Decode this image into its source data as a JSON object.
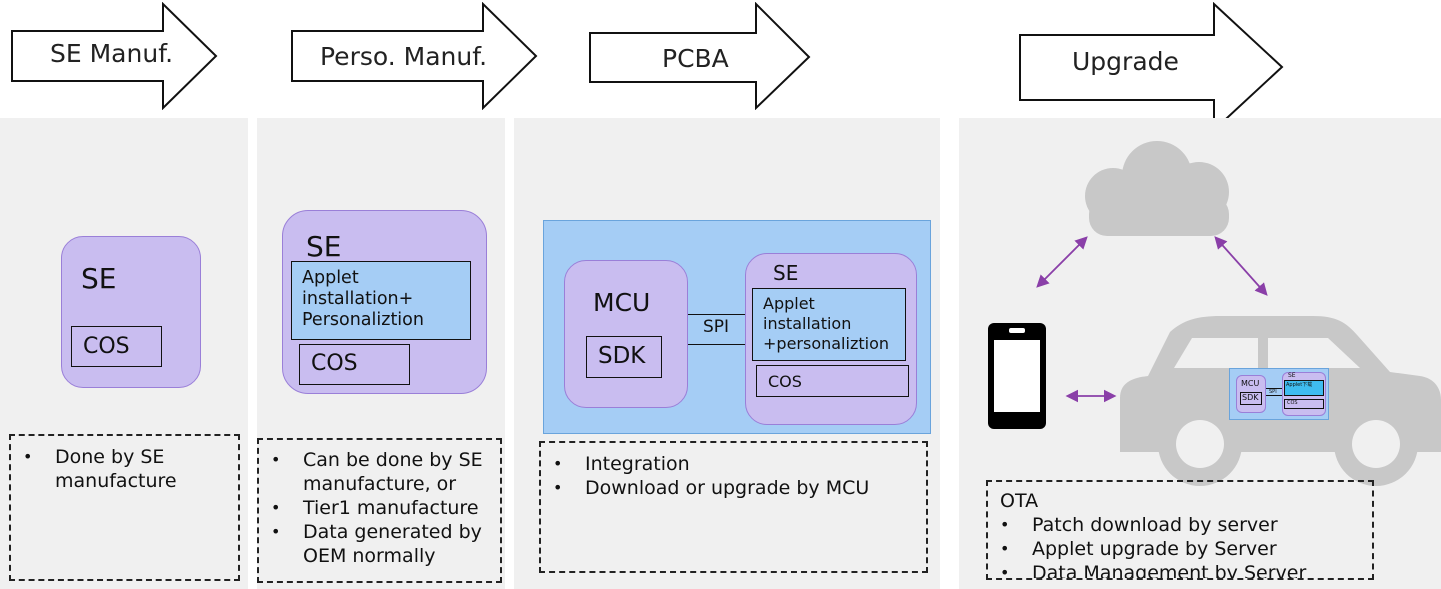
{
  "stages": [
    {
      "label": "SE Manuf."
    },
    {
      "label": "Perso. Manuf."
    },
    {
      "label": "PCBA"
    },
    {
      "label": "Upgrade"
    }
  ],
  "panel1": {
    "se_label": "SE",
    "cos_label": "COS",
    "notes": [
      "Done by SE\nmanufacture"
    ]
  },
  "panel2": {
    "se_label": "SE",
    "applet_label": "Applet\ninstallation+\nPersonaliztion",
    "cos_label": "COS",
    "notes": [
      "Can be done by SE\nmanufacture, or",
      "Tier1 manufacture",
      "Data generated by\nOEM normally"
    ]
  },
  "panel3": {
    "mcu_label": "MCU",
    "sdk_label": "SDK",
    "spi_label": "SPI",
    "se_label": "SE",
    "applet_label": "Applet\ninstallation\n+personaliztion",
    "cos_label": "COS",
    "notes": [
      "Integration",
      "Download or upgrade by MCU"
    ]
  },
  "panel4": {
    "mini": {
      "mcu_label": "MCU",
      "sdk_label": "SDK",
      "spi_label": "SPI",
      "se_label": "SE",
      "applet_label": "Applet下载",
      "cos_label": "COS"
    },
    "ota_title": "OTA",
    "notes": [
      "Patch download by server",
      "Applet upgrade by Server",
      "Data Management by Server"
    ]
  },
  "colors": {
    "panel_bg": "#f0f0f0",
    "se_fill": "#c9bdf0",
    "applet_fill": "#a5cdf5",
    "pcba_fill": "#a5cdf5",
    "arrow_purple": "#8a3fa8",
    "gray_shape": "#c8c8c8"
  }
}
